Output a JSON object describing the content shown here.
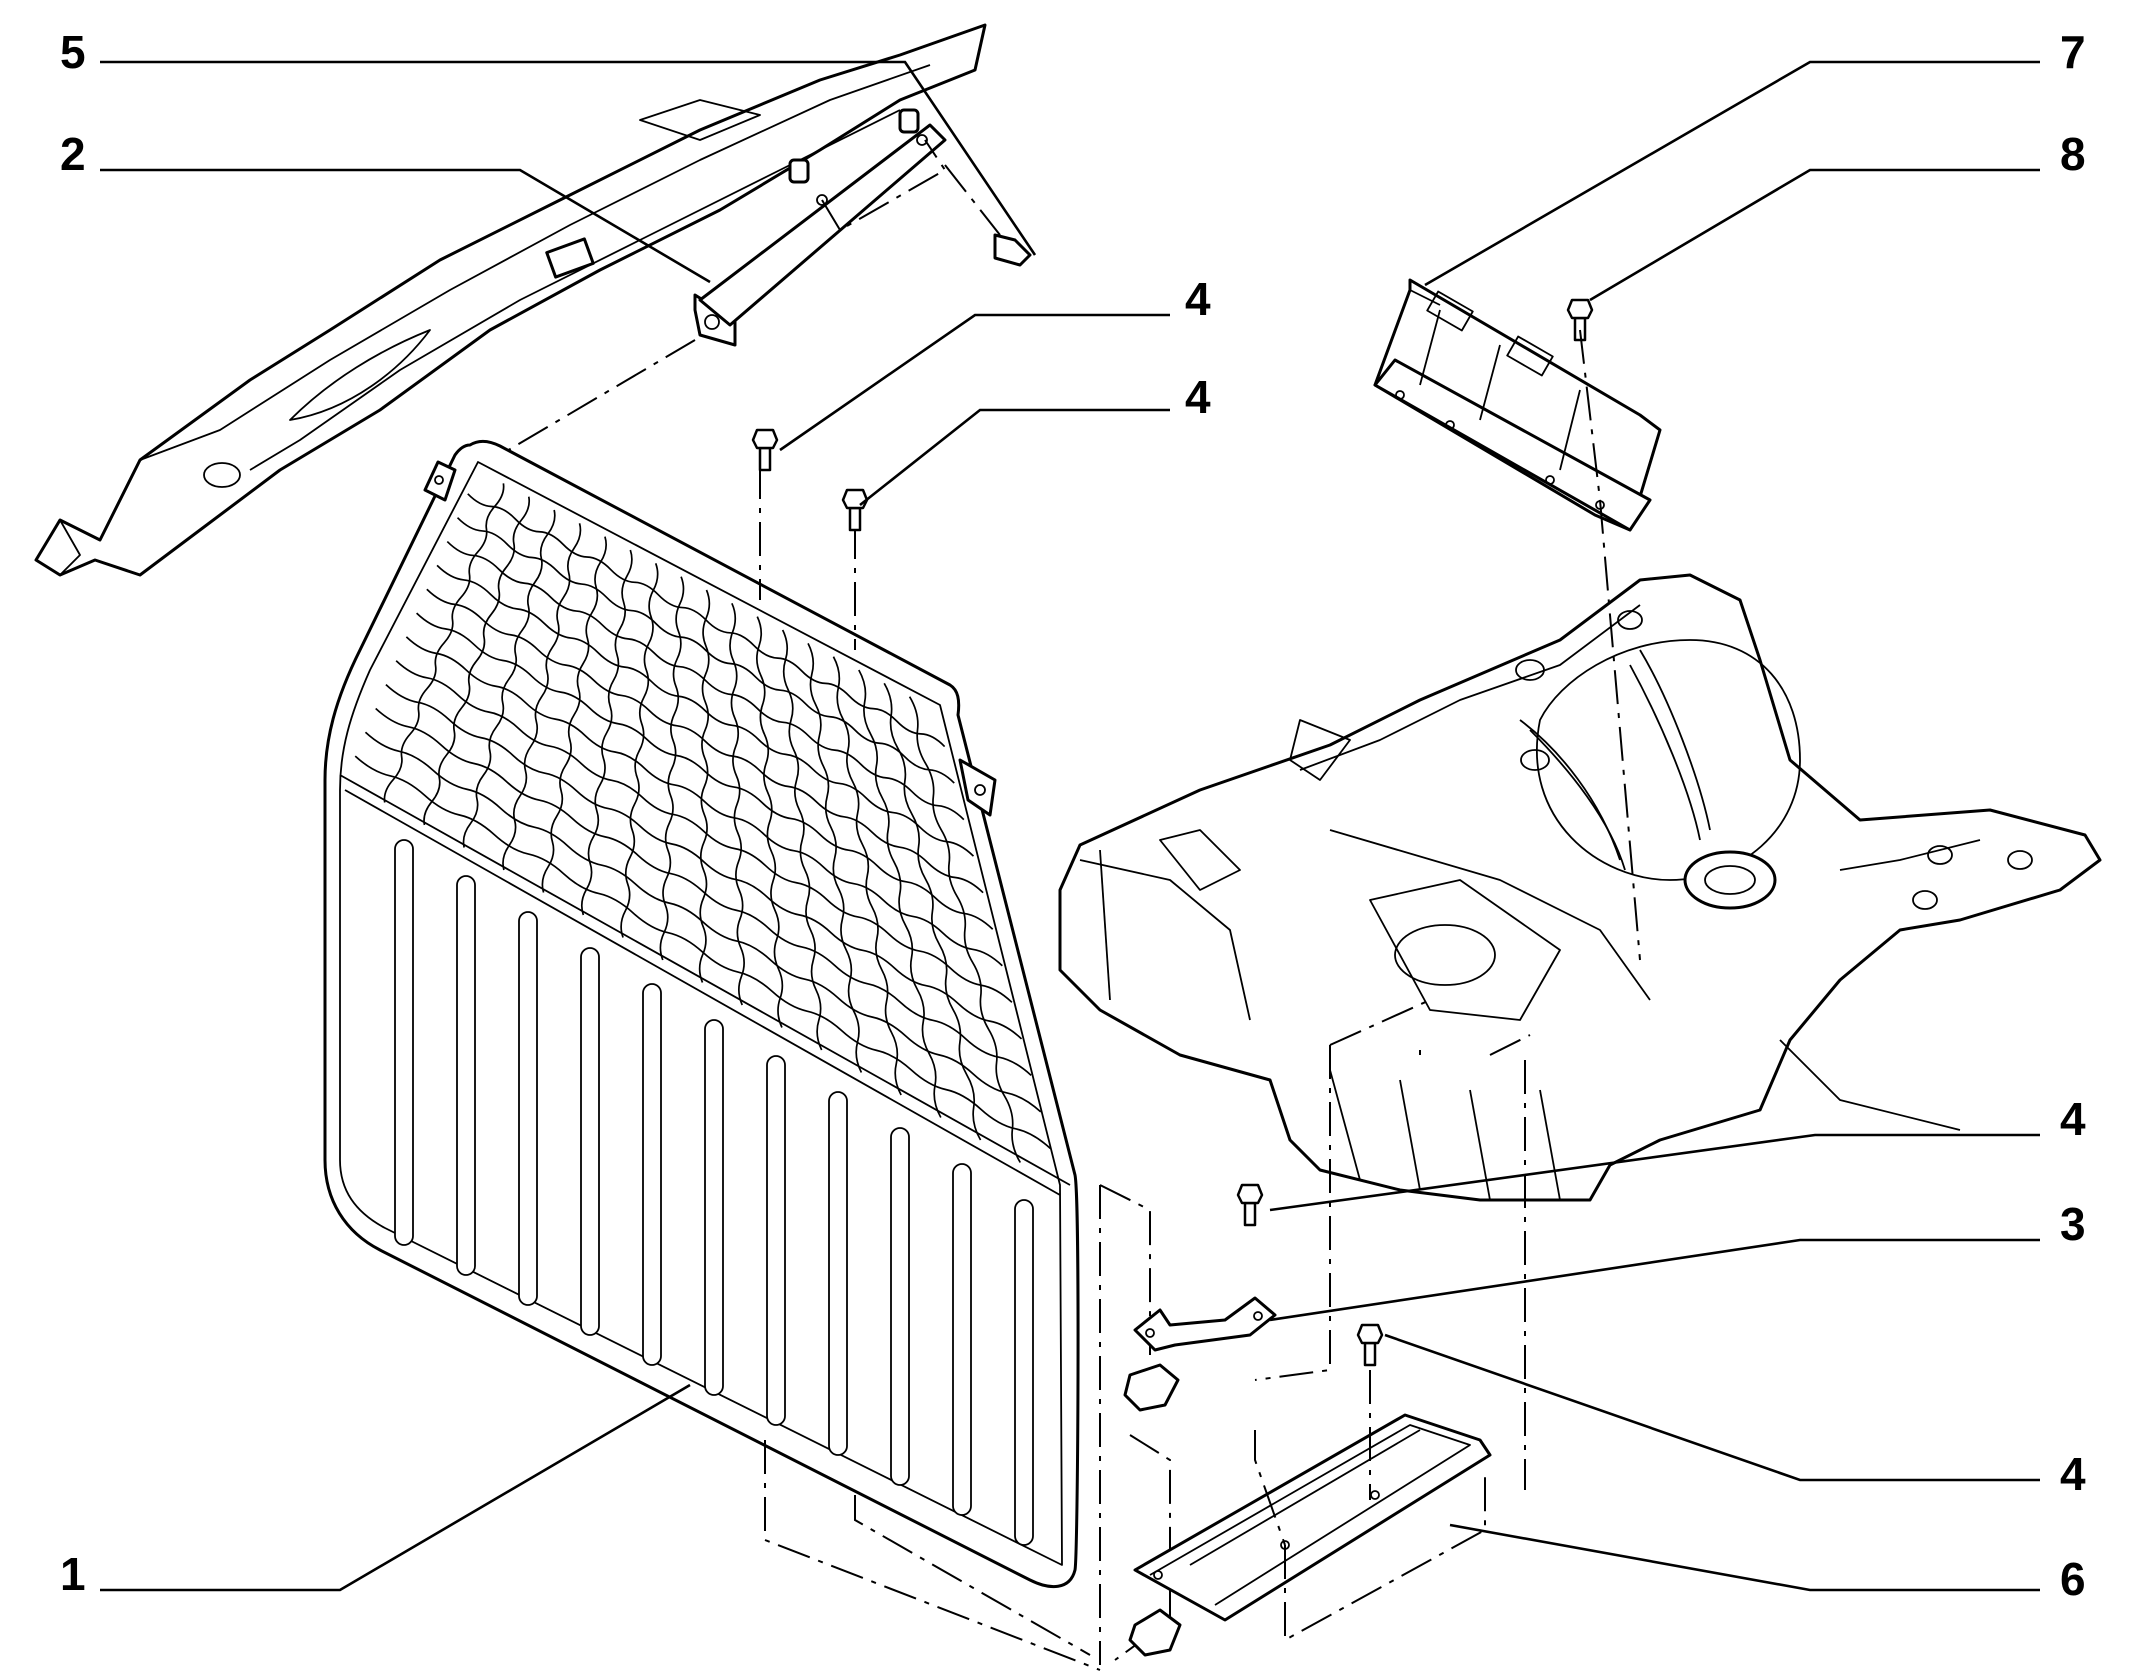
{
  "callouts": {
    "c1": "1",
    "c2": "2",
    "c3": "3",
    "c4a": "4",
    "c4b": "4",
    "c4c": "4",
    "c4d": "4",
    "c5": "5",
    "c6": "6",
    "c7": "7",
    "c8": "8"
  }
}
